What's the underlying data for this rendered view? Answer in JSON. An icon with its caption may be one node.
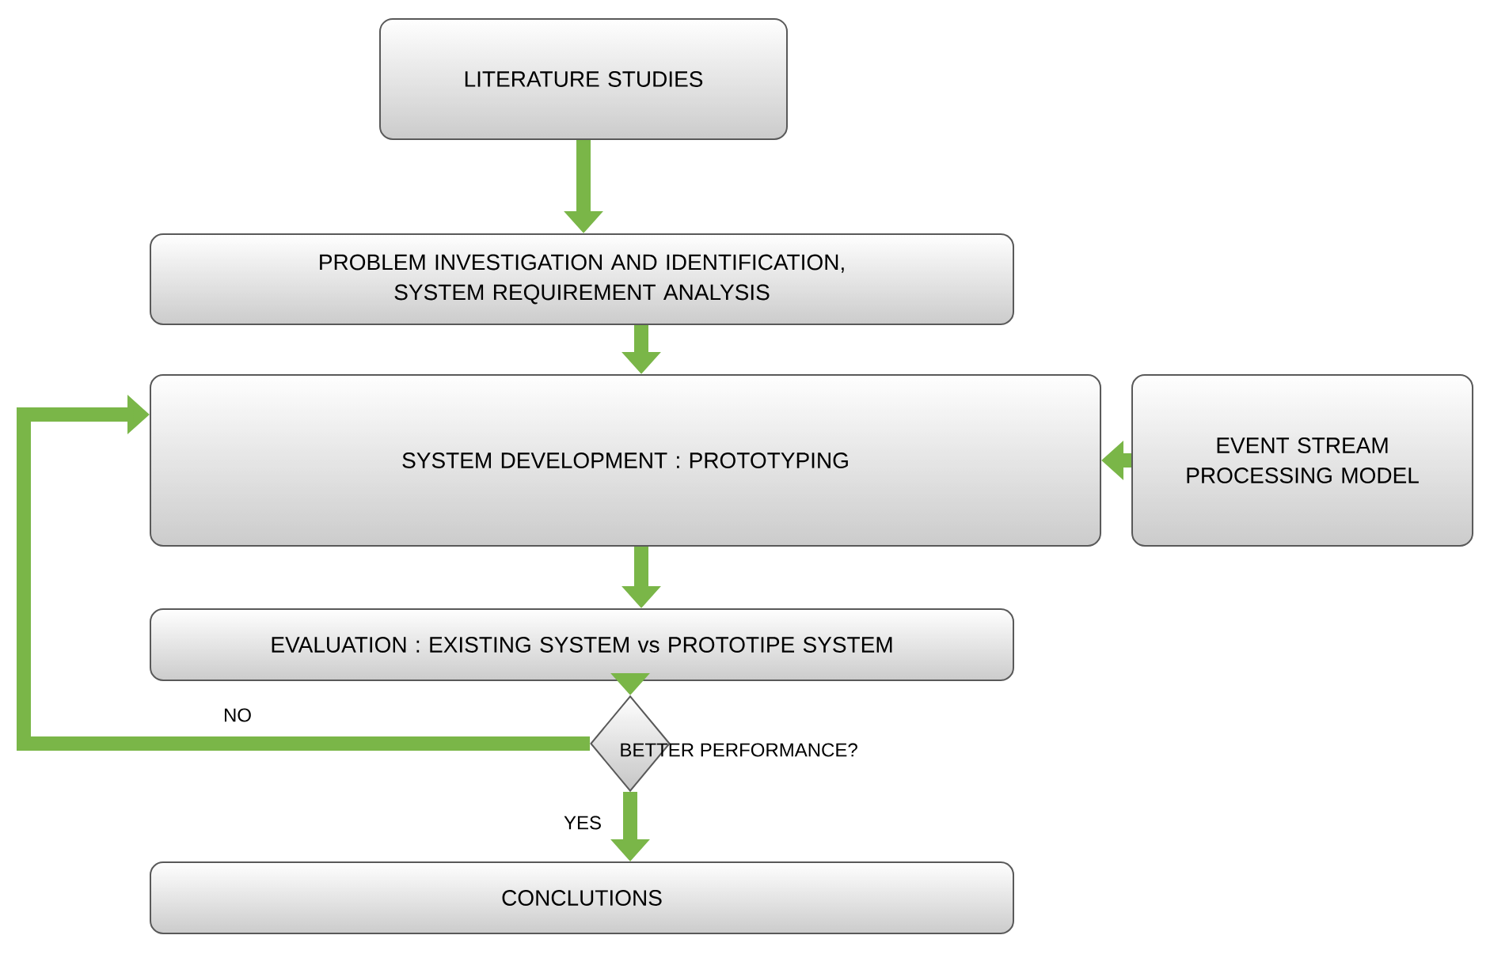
{
  "diagram": {
    "nodes": [
      {
        "text": [
          "LITERATURE STUDIES"
        ]
      },
      {
        "text": [
          "PROBLEM INVESTIGATION AND IDENTIFICATION, SYSTEM REQUIREMENT ANALYSIS"
        ]
      },
      {
        "text": [
          "SYSTEM DEVELOPMENT : PROTOTYPING"
        ]
      },
      {
        "text": [
          "EVENT STREAM PROCESSING MODEL"
        ]
      },
      {
        "text": [
          "EVALUATION : EXISTING SYSTEM vs PROTOTIPE SYSTEM"
        ]
      },
      {
        "text": [
          "BETTER PERFORMANCE?"
        ]
      },
      {
        "text": [
          "CONCLUTIONS"
        ]
      }
    ],
    "edges": [
      {
        "from": 0,
        "to": 1,
        "arrow": "to"
      },
      {
        "from": 1,
        "to": 2,
        "arrow": "to"
      },
      {
        "from": 3,
        "to": 2,
        "arrow": "to"
      },
      {
        "from": 2,
        "to": 4,
        "arrow": "to"
      },
      {
        "from": 4,
        "to": 5,
        "arrow": "to"
      },
      {
        "from": 5,
        "to": 2,
        "arrow": "to",
        "label": "NO"
      },
      {
        "from": 5,
        "to": 6,
        "arrow": "to",
        "label": "YES"
      }
    ]
  }
}
